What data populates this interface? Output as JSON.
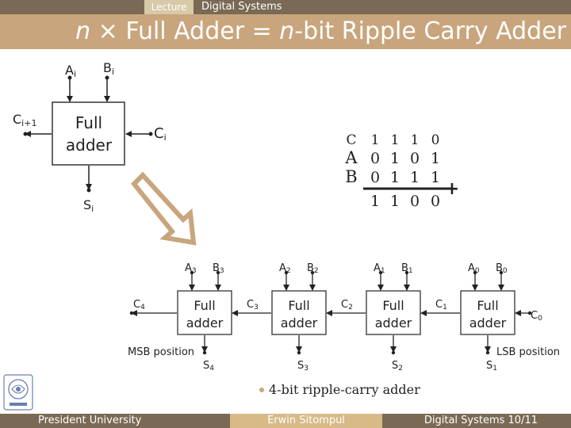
{
  "header": {
    "lecture_label": "Lecture",
    "course": "Digital Systems",
    "title_n": "n",
    "title_mid": " × Full Adder = ",
    "title_n2": "n",
    "title_end": "-bit Ripple Carry Adder"
  },
  "single_adder": {
    "block_line1": "Full",
    "block_line2": "adder",
    "a": "A",
    "a_sub": "i",
    "b": "B",
    "b_sub": "i",
    "cin": "C",
    "cin_sub": "i+1",
    "cout": "C",
    "cout_sub": "i",
    "s": "S",
    "s_sub": "i"
  },
  "addition_table": {
    "rows": [
      {
        "label": "C",
        "digits": [
          "1",
          "1",
          "1",
          "0"
        ]
      },
      {
        "label": "A",
        "digits": [
          "0",
          "1",
          "0",
          "1"
        ]
      },
      {
        "label": "B",
        "digits": [
          "0",
          "1",
          "1",
          "1"
        ]
      },
      {
        "label": "",
        "digits": [
          "1",
          "1",
          "0",
          "0"
        ]
      }
    ],
    "operator": "+"
  },
  "ripple_adder": {
    "stages": [
      {
        "a": "A",
        "a_sub": "3",
        "b": "B",
        "b_sub": "3",
        "s": "S",
        "s_sub": "4",
        "line1": "Full",
        "line2": "adder"
      },
      {
        "a": "A",
        "a_sub": "2",
        "b": "B",
        "b_sub": "2",
        "s": "S",
        "s_sub": "3",
        "line1": "Full",
        "line2": "adder"
      },
      {
        "a": "A",
        "a_sub": "1",
        "b": "B",
        "b_sub": "1",
        "s": "S",
        "s_sub": "2",
        "line1": "Full",
        "line2": "adder"
      },
      {
        "a": "A",
        "a_sub": "0",
        "b": "B",
        "b_sub": "0",
        "s": "S",
        "s_sub": "1",
        "line1": "Full",
        "line2": "adder"
      }
    ],
    "carries": [
      {
        "c": "C",
        "sub": "4"
      },
      {
        "c": "C",
        "sub": "3"
      },
      {
        "c": "C",
        "sub": "2"
      },
      {
        "c": "C",
        "sub": "1"
      },
      {
        "c": "C",
        "sub": "0"
      }
    ],
    "msb_label": "MSB position",
    "lsb_label": "LSB position",
    "caption": "4-bit ripple-carry adder"
  },
  "footer": {
    "left": "President University",
    "middle": "Erwin Sitompul",
    "right": "Digital Systems 10/11"
  },
  "colors": {
    "bar_dark": "#7a6a55",
    "bar_light": "#c8a57d",
    "arrow": "#c8a57d"
  }
}
